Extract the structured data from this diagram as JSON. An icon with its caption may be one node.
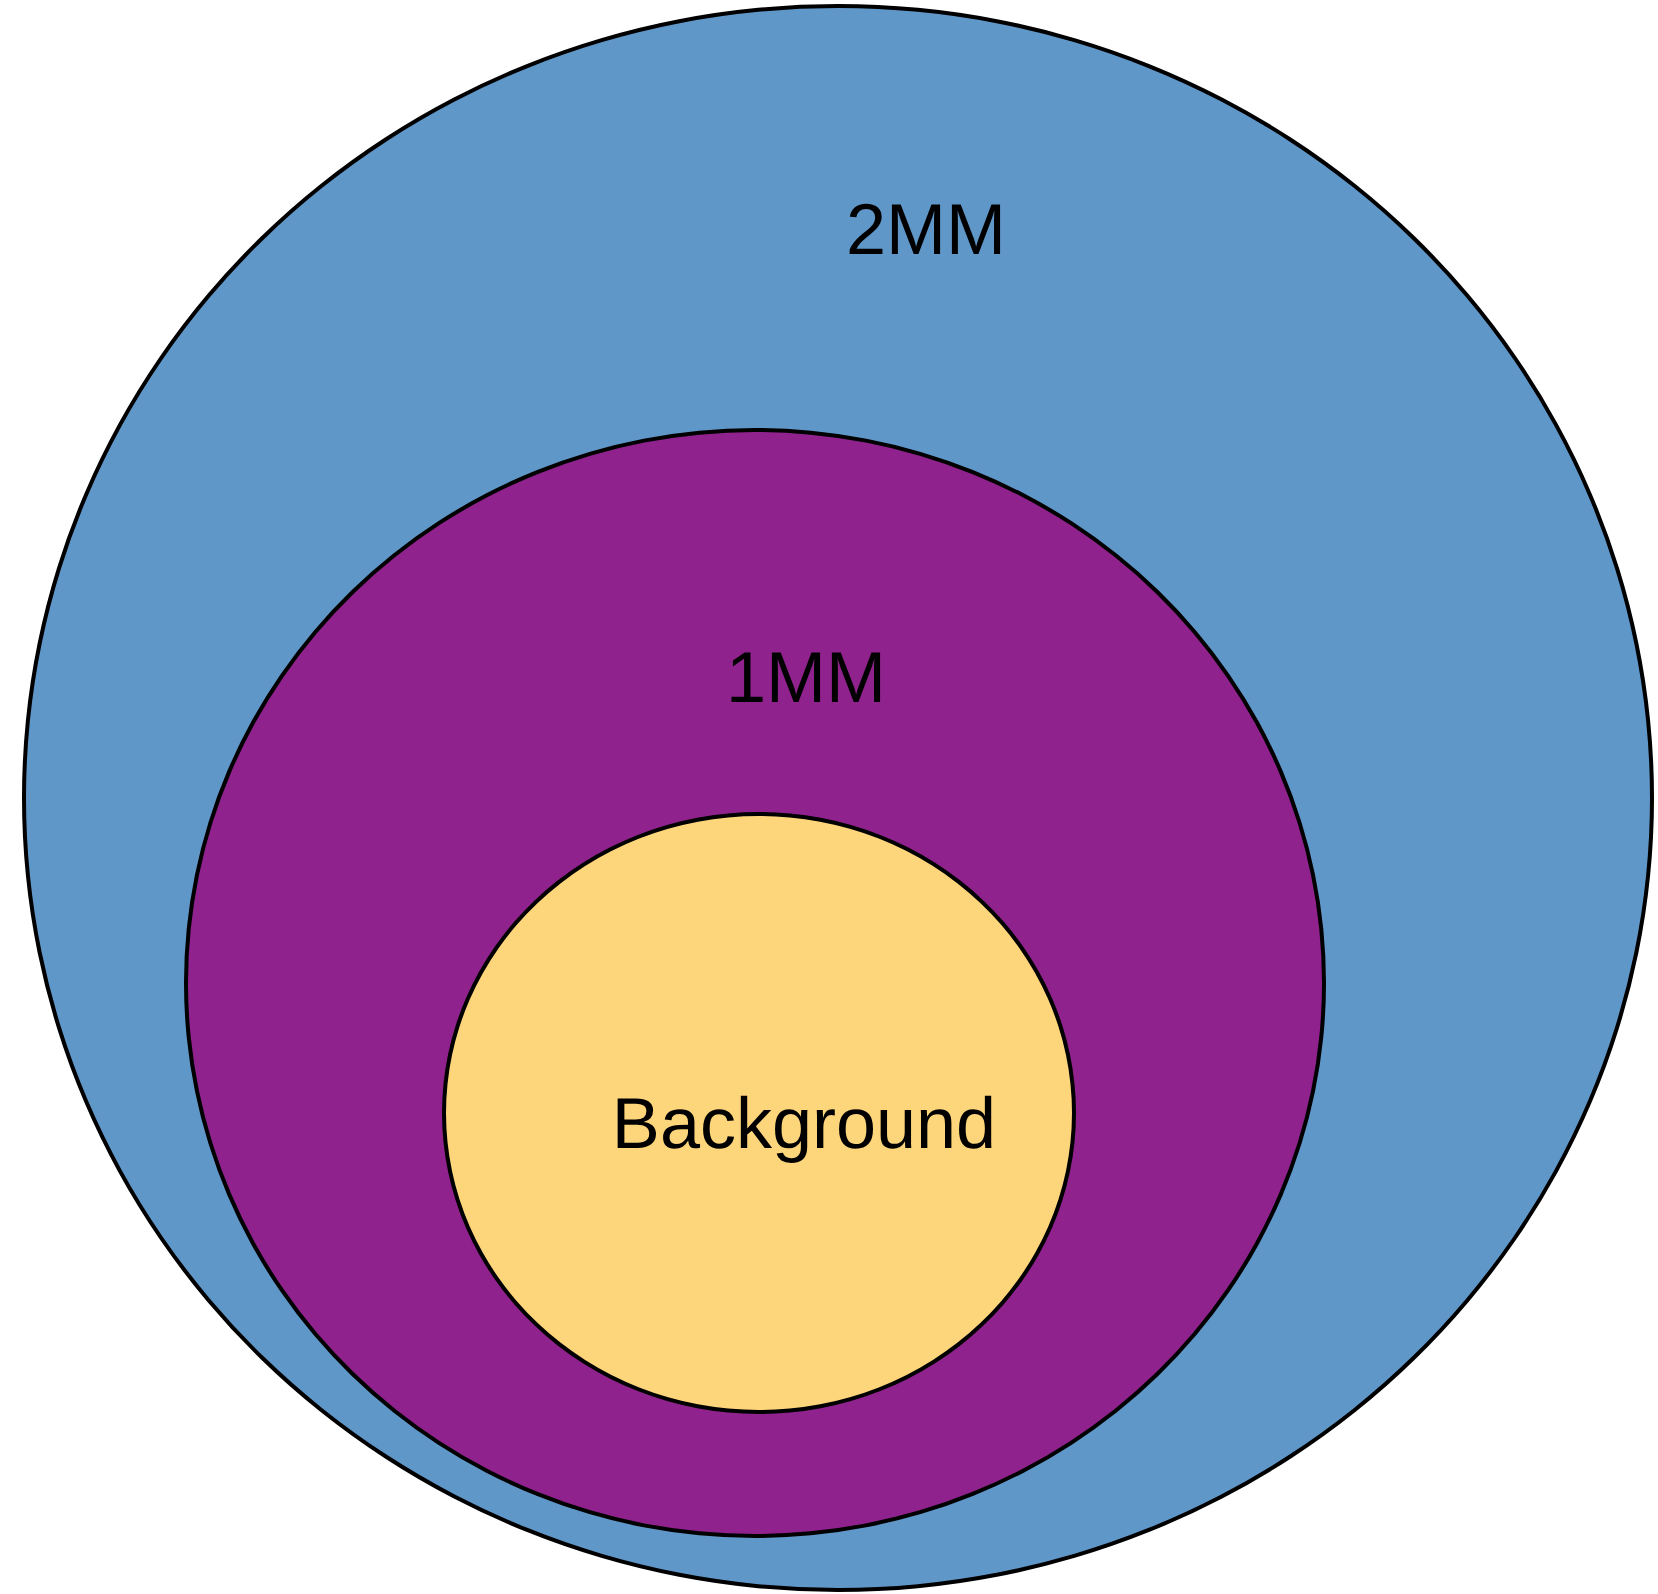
{
  "diagram": {
    "nodes": [
      {
        "text": [
          "2MM"
        ]
      },
      {
        "text": [
          "1MM"
        ],
        "in": 0
      },
      {
        "text": [
          "Background"
        ],
        "in": 1
      }
    ]
  }
}
